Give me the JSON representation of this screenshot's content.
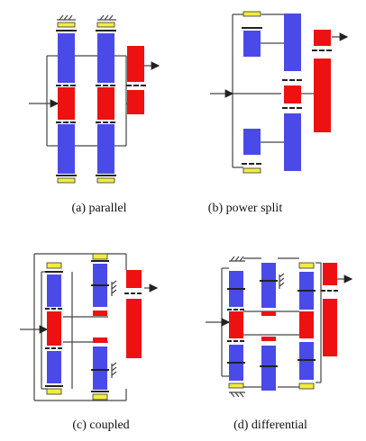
{
  "figure": {
    "panels": [
      {
        "id": "a",
        "caption": "(a)  parallel"
      },
      {
        "id": "b",
        "caption": "(b)  power  split"
      },
      {
        "id": "c",
        "caption": "(c)  coupled"
      },
      {
        "id": "d",
        "caption": "(d)  differential"
      }
    ]
  },
  "colors": {
    "blue": "#4a4ae8",
    "red": "#ee1111",
    "yellow": "#f2ec40",
    "line": "#444444"
  },
  "symbols": {
    "input": "input-arrow-icon",
    "output": "output-arrow-icon",
    "ground": "ground-hatch-icon"
  }
}
